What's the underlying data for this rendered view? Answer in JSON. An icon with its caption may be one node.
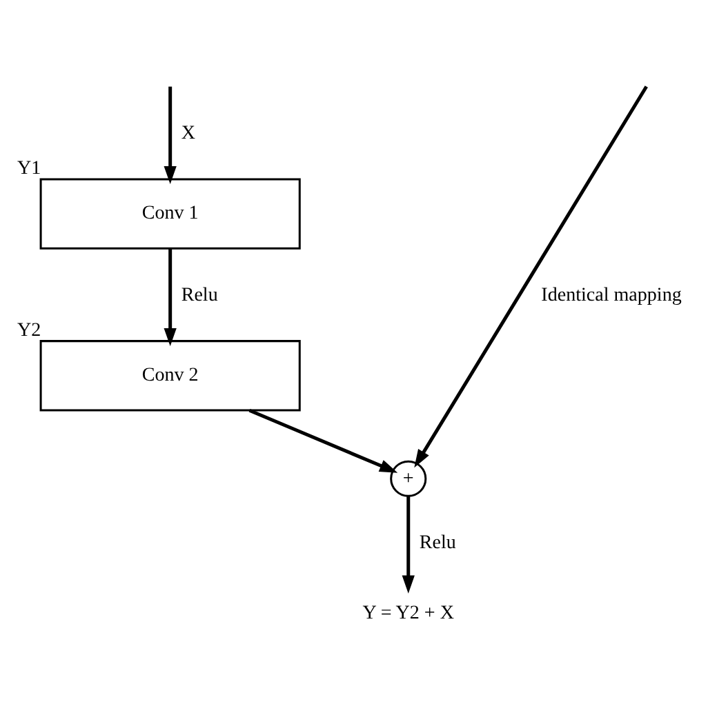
{
  "diagram": {
    "nodes": [
      {
        "text": [
          "Conv 1"
        ],
        "beside": [
          "Y1"
        ]
      },
      {
        "text": [
          "Conv 2"
        ],
        "beside": [
          "Y2"
        ]
      },
      {
        "text": [
          "+"
        ]
      },
      {
        "text": [
          "Y = Y2 + X"
        ]
      }
    ],
    "edges": [
      {
        "from": null,
        "to": 0,
        "arrow": "to",
        "label": "X"
      },
      {
        "from": null,
        "to": 2,
        "arrow": "to",
        "label": "Identical mapping"
      },
      {
        "from": 0,
        "to": 1,
        "arrow": "to",
        "label": "Relu"
      },
      {
        "from": 1,
        "to": 2,
        "arrow": "to"
      },
      {
        "from": 2,
        "to": 3,
        "arrow": "to",
        "label": "Relu"
      }
    ]
  }
}
